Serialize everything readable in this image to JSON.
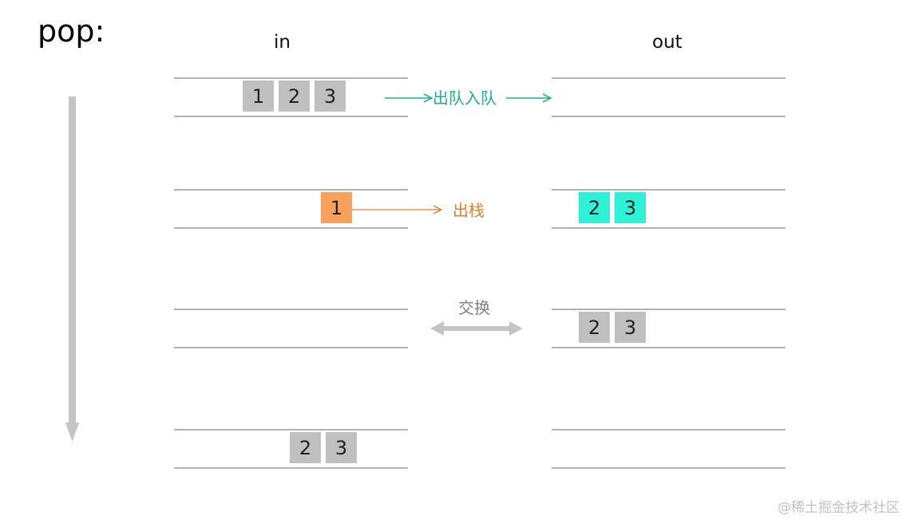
{
  "title": "pop:",
  "columns": {
    "in": "in",
    "out": "out"
  },
  "rows": [
    {
      "in": [
        "1",
        "2",
        "3"
      ],
      "out": [],
      "in_style": "neutral",
      "out_style": "neutral"
    },
    {
      "in": [
        "1"
      ],
      "out": [
        "2",
        "3"
      ],
      "in_style": "popped",
      "out_style": "highlight"
    },
    {
      "in": [],
      "out": [
        "2",
        "3"
      ],
      "in_style": "neutral",
      "out_style": "neutral"
    },
    {
      "in": [
        "2",
        "3"
      ],
      "out": [],
      "in_style": "neutral",
      "out_style": "neutral"
    }
  ],
  "transitions": {
    "transfer": "出队入队",
    "pop": "出栈",
    "swap": "交换"
  },
  "colors": {
    "neutral": "#c0c0c0",
    "popped": "#f9a05a",
    "highlight": "#2ef2d8",
    "transfer": "#1fb08e",
    "pop": "#e0802e",
    "swap_label": "#808080",
    "arrow_gray": "#c4c4c4"
  },
  "watermark": "@稀土掘金技术社区"
}
